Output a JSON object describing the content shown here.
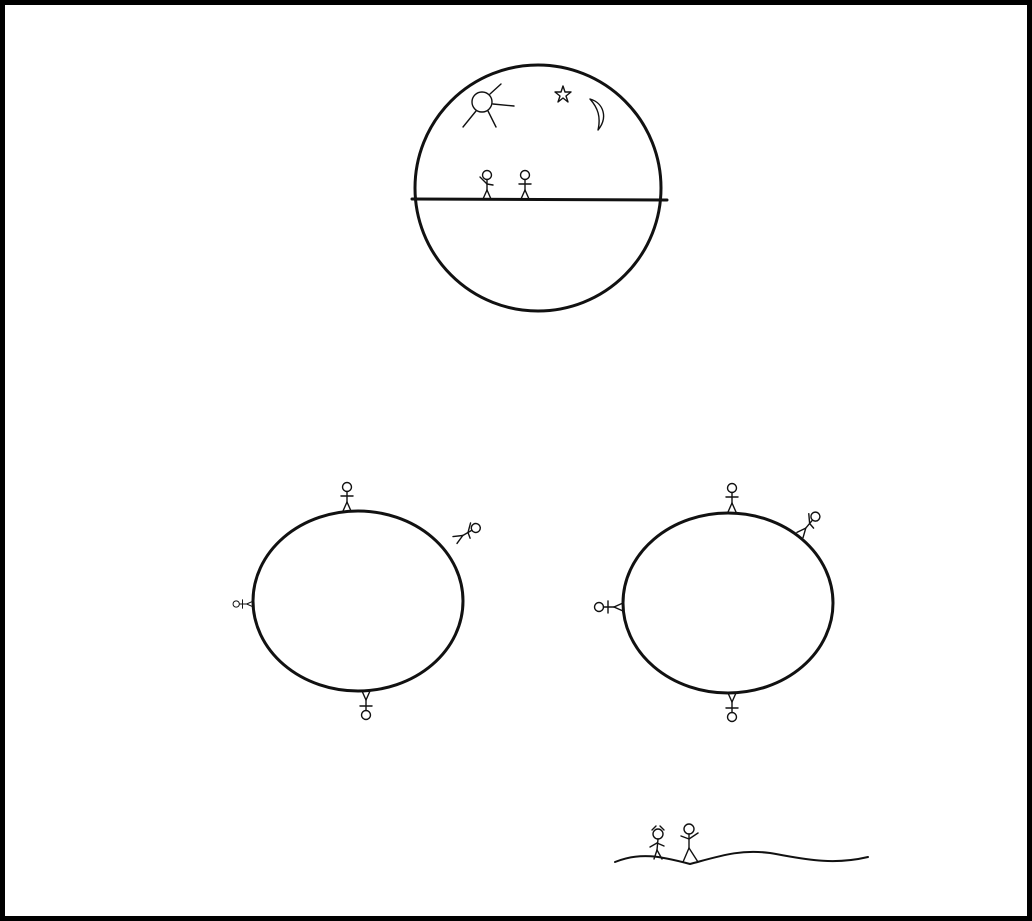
{
  "comic": {
    "panel_count": 1,
    "ink_color": "#111111",
    "background_color": "#ffffff",
    "frame_color": "#000000"
  },
  "scenes": [
    {
      "name": "sky-dome-scene",
      "icons": [
        "sun-icon",
        "star-icon",
        "crescent-moon-icon",
        "stick-figure-icon",
        "stick-figure-icon"
      ]
    },
    {
      "name": "globe-left-scene",
      "figure_count": 4
    },
    {
      "name": "globe-right-scene",
      "figure_count": 4
    },
    {
      "name": "hill-scene",
      "figure_count": 2
    }
  ]
}
